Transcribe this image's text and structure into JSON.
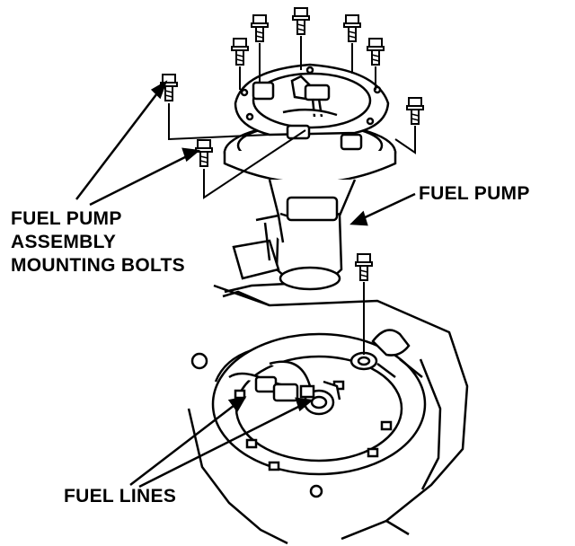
{
  "labels": {
    "mounting_bolts_line1": "FUEL PUMP",
    "mounting_bolts_line2": "ASSEMBLY",
    "mounting_bolts_line3": "MOUNTING BOLTS",
    "fuel_pump": "FUEL PUMP",
    "fuel_lines": "FUEL LINES"
  },
  "colors": {
    "ink": "#000000",
    "paper": "#ffffff"
  }
}
